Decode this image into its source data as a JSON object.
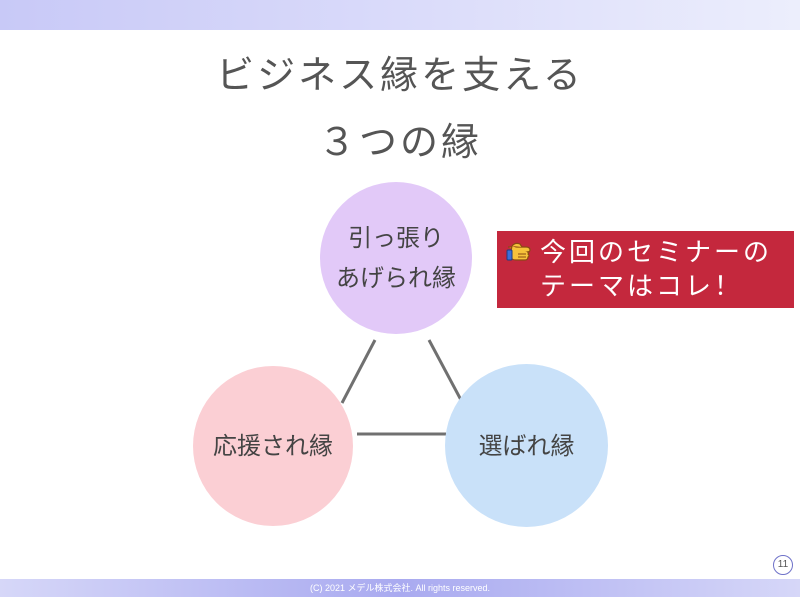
{
  "slide": {
    "title_line1": "ビジネス縁を支える",
    "title_line2": "３つの縁",
    "page_number": "11",
    "footer": "(C) 2021 メデル株式会社. All rights reserved."
  },
  "diagram": {
    "nodes": [
      {
        "id": "top",
        "lines": [
          "引っ張り",
          "あげられ縁"
        ],
        "color": "#e2c9f8"
      },
      {
        "id": "left",
        "lines": [
          "応援され縁"
        ],
        "color": "#fbcfd4"
      },
      {
        "id": "right",
        "lines": [
          "選ばれ縁"
        ],
        "color": "#c9e1f9"
      }
    ],
    "edges": [
      [
        "top",
        "left"
      ],
      [
        "top",
        "right"
      ],
      [
        "left",
        "right"
      ]
    ],
    "edge_color": "#707070"
  },
  "callout": {
    "icon": "pointing-hand-icon",
    "line1": "今回のセミナーの",
    "line2": "テーマはコレ！",
    "background": "#c4283d"
  },
  "colors": {
    "top_bar": "#c8c9f7",
    "bottom_bar": "#a9aaf0",
    "title_text": "#555555"
  }
}
